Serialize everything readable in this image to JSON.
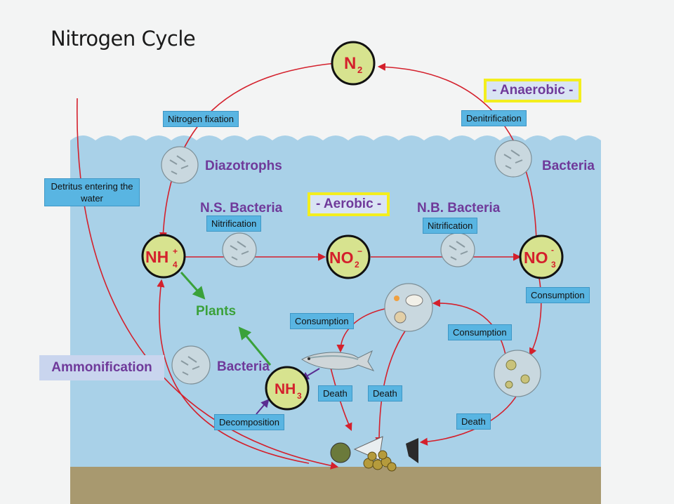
{
  "title": "Nitrogen Cycle",
  "nodes": {
    "n2": {
      "main": "N",
      "sub": "2"
    },
    "nh4": {
      "main": "NH",
      "sub": "4",
      "sup": "+"
    },
    "no2": {
      "main": "NO",
      "sub": "2",
      "sup": "−"
    },
    "no3": {
      "main": "NO",
      "sub": "3",
      "sup": "-"
    },
    "nh3": {
      "main": "NH",
      "sub": "3"
    }
  },
  "labels": {
    "nitrogen_fixation": "Nitrogen fixation",
    "denitrification": "Denitrification",
    "detritus": "Detritus entering the water",
    "nitrification_1": "Nitrification",
    "nitrification_2": "Nitrification",
    "consumption_right": "Consumption",
    "consumption_mid": "Consumption",
    "consumption_left": "Consumption",
    "death_1": "Death",
    "death_2": "Death",
    "death_3": "Death",
    "decomposition": "Decomposition"
  },
  "headings": {
    "anaerobic": "- Anaerobic -",
    "aerobic": "- Aerobic -",
    "diazotrophs": "Diazotrophs",
    "bacteria_right": "Bacteria",
    "ns_bacteria": "N.S. Bacteria",
    "nb_bacteria": "N.B. Bacteria",
    "plants": "Plants",
    "bacteria_bottom": "Bacteria",
    "ammonification": "Ammonification"
  },
  "colors": {
    "water": "#a9d1e8",
    "sediment": "#a8996f",
    "arrow_red": "#d4202c",
    "node_fill": "#d7e38f",
    "label_blue": "#59b5e2",
    "purple": "#6f3a9a",
    "green": "#3aa13a",
    "highlight": "#f3ee1e"
  }
}
